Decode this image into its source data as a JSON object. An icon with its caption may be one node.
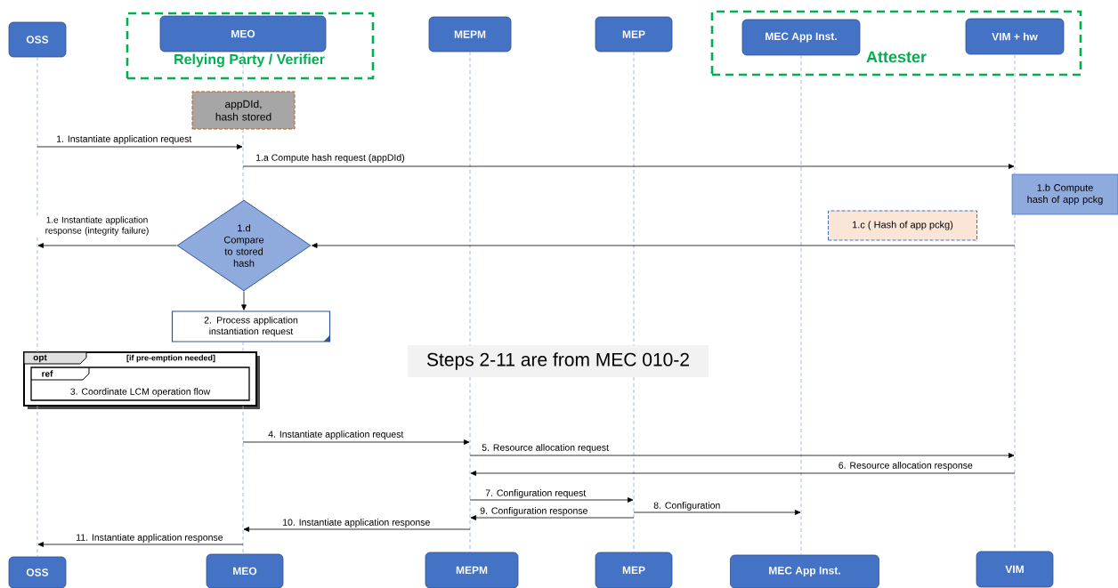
{
  "diagram": {
    "nodes": [
      {
        "text": [
          "OSS"
        ]
      },
      {
        "text": [
          "Relying Party / Verifier"
        ]
      },
      {
        "text": [
          "MEO"
        ],
        "in": 1
      },
      {
        "text": [
          "MEPM"
        ]
      },
      {
        "text": [
          "MEP"
        ]
      },
      {
        "text": [
          "Attester"
        ]
      },
      {
        "text": [
          "MEC App Inst."
        ],
        "in": 5
      },
      {
        "text": [
          "VIM + hw"
        ],
        "in": 5
      },
      {
        "text": [
          "appDId, hash stored"
        ]
      },
      {
        "text": [
          "1.b Compute hash of app pckg"
        ]
      },
      {
        "text": [
          "1.c ( Hash of app pckg)"
        ]
      },
      {
        "text": [
          "1.d Compare to stored hash"
        ]
      },
      {
        "text": [
          "2. Process application instantiation request"
        ]
      },
      {
        "text": [
          "opt",
          "[if pre-emption needed]"
        ]
      },
      {
        "text": [
          "ref",
          "3. Coordinate LCM operation flow"
        ],
        "in": 13
      },
      {
        "text": [
          "Steps 2-11 are from MEC 010-2"
        ]
      },
      {
        "text": [
          "OSS"
        ]
      },
      {
        "text": [
          "MEO"
        ]
      },
      {
        "text": [
          "MEPM"
        ]
      },
      {
        "text": [
          "MEP"
        ]
      },
      {
        "text": [
          "MEC App Inst."
        ]
      },
      {
        "text": [
          "VIM"
        ]
      },
      {
        "text": [],
        "shape": "bar"
      },
      {
        "text": [],
        "shape": "bar"
      },
      {
        "text": [],
        "shape": "bar"
      },
      {
        "text": [],
        "shape": "bar"
      },
      {
        "text": [],
        "shape": "bar"
      },
      {
        "text": [],
        "shape": "bar"
      }
    ],
    "edges": [
      {
        "from": 22,
        "to": 23,
        "arrow": "to",
        "label": "1. Instantiate application request"
      },
      {
        "from": 23,
        "to": 27,
        "arrow": "to",
        "label": "1.a Compute hash request (appDId)"
      },
      {
        "from": 27,
        "to": 11,
        "arrow": "to"
      },
      {
        "from": 11,
        "to": 22,
        "arrow": "to",
        "label": "1.e Instantiate application response (integrity failure)"
      },
      {
        "from": 11,
        "to": 12,
        "arrow": "to"
      },
      {
        "from": 23,
        "to": 24,
        "arrow": "to",
        "label": "4. Instantiate application request"
      },
      {
        "from": 24,
        "to": 27,
        "arrow": "to",
        "label": "5. Resource allocation request"
      },
      {
        "from": 27,
        "to": 24,
        "arrow": "to",
        "label": "6. Resource allocation response"
      },
      {
        "from": 24,
        "to": 25,
        "arrow": "to",
        "label": "7. Configuration request"
      },
      {
        "from": 25,
        "to": 26,
        "arrow": "to",
        "label": "8. Configuration"
      },
      {
        "from": 25,
        "to": 24,
        "arrow": "to",
        "label": "9. Configuration response"
      },
      {
        "from": 24,
        "to": 23,
        "arrow": "to",
        "label": "10. Instantiate application response"
      },
      {
        "from": 23,
        "to": 22,
        "arrow": "to",
        "label": "11. Instantiate application response"
      },
      {
        "from": 2,
        "to": 8,
        "arrow": "none",
        "style": "dashed",
        "color": "#8faadc"
      }
    ]
  }
}
